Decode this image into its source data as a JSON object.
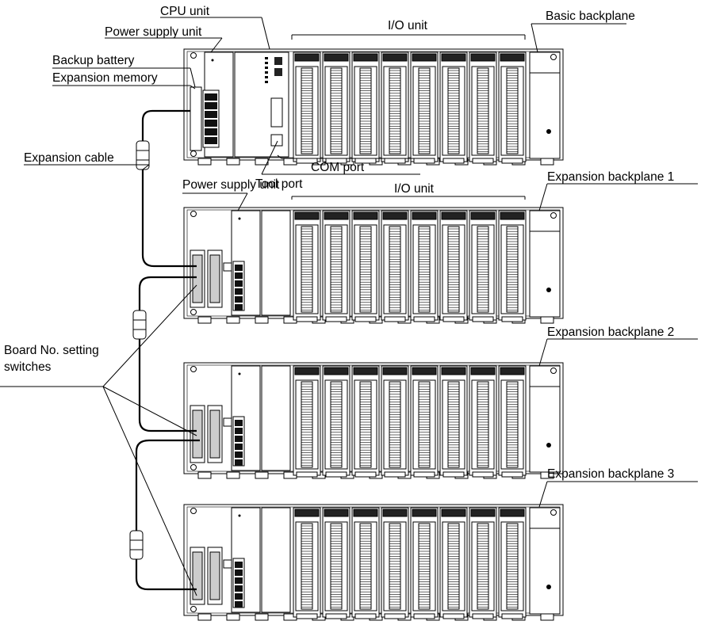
{
  "labels": {
    "cpu_unit": "CPU unit",
    "power_supply_unit_top": "Power supply unit",
    "backup_battery": "Backup battery",
    "expansion_memory": "Expansion memory",
    "io_unit_top": "I/O unit",
    "basic_backplane": "Basic backplane",
    "expansion_cable": "Expansion cable",
    "com_port": "COM port",
    "tool_port": "Tool port",
    "power_supply_unit_mid": "Power supply unit",
    "io_unit_mid": "I/O unit",
    "expansion_backplane_1": "Expansion backplane 1",
    "expansion_backplane_2": "Expansion backplane 2",
    "expansion_backplane_3": "Expansion backplane 3",
    "board_no_line1": "Board No. setting",
    "board_no_line2": "switches"
  },
  "racks": [
    {
      "name": "basic",
      "io_slots": 8
    },
    {
      "name": "expansion-1",
      "io_slots": 8
    },
    {
      "name": "expansion-2",
      "io_slots": 8
    },
    {
      "name": "expansion-3",
      "io_slots": 8
    }
  ]
}
